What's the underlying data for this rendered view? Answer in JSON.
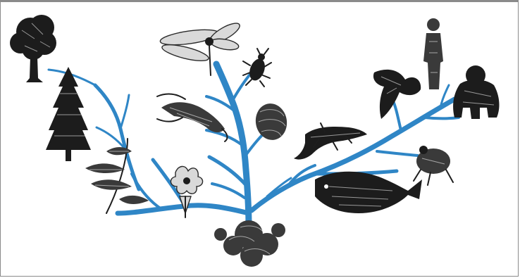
{
  "figure": {
    "type": "tree-of-life illustration",
    "colors": {
      "branch": "#2f86c6",
      "branch_dark": "#1f6aa5",
      "illustration": "#1c1c1c",
      "frame_border": "#8a8a8a",
      "background": "#ffffff"
    },
    "organisms": [
      "broadleaf-tree",
      "conifer",
      "fern",
      "flower",
      "dragonfly",
      "beetle",
      "scorpion",
      "shell",
      "lizard",
      "fish",
      "frog",
      "bird",
      "human",
      "gorilla",
      "colony-root"
    ]
  }
}
